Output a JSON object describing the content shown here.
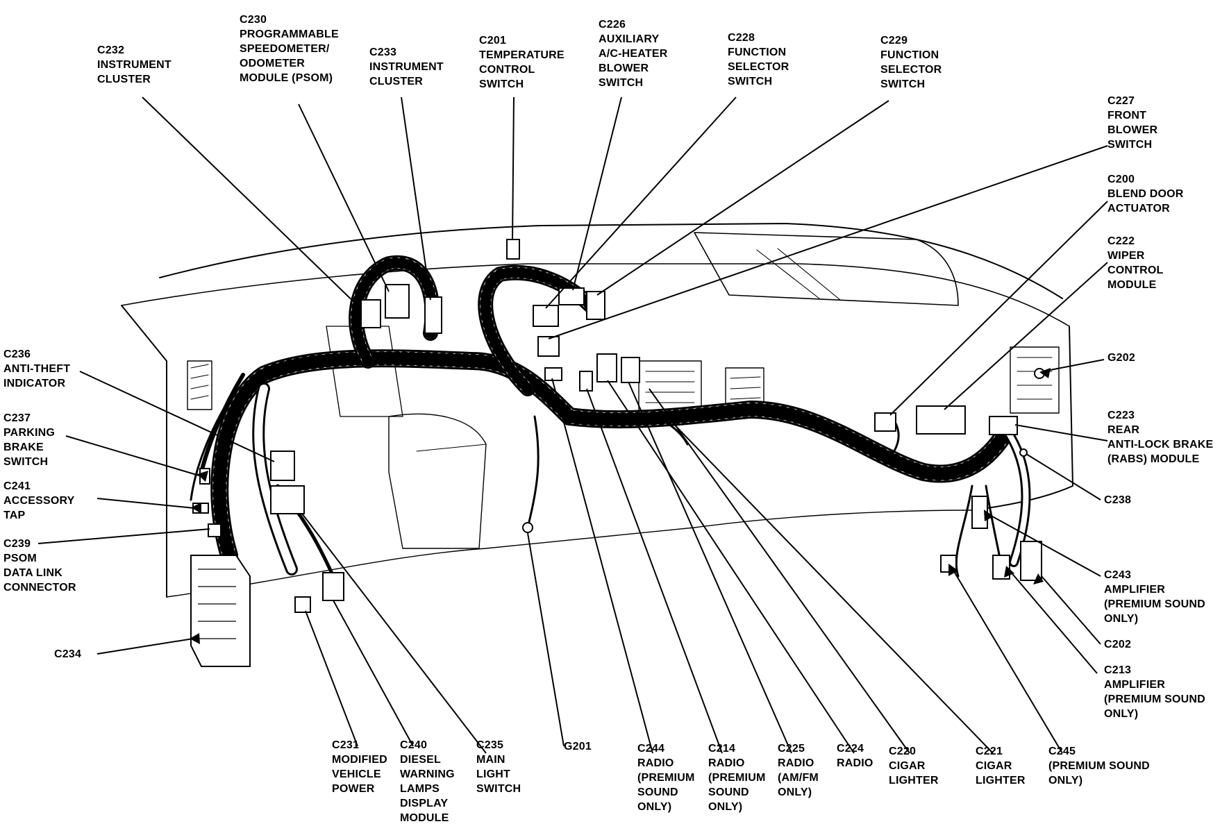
{
  "callouts": [
    {
      "key": "c232",
      "lines": [
        "C232",
        "INSTRUMENT",
        "CLUSTER"
      ]
    },
    {
      "key": "c230",
      "lines": [
        "C230",
        "PROGRAMMABLE",
        "SPEEDOMETER/",
        "ODOMETER",
        "MODULE (PSOM)"
      ]
    },
    {
      "key": "c233",
      "lines": [
        "C233",
        "INSTRUMENT",
        "CLUSTER"
      ]
    },
    {
      "key": "c201",
      "lines": [
        "C201",
        "TEMPERATURE",
        "CONTROL",
        "SWITCH"
      ]
    },
    {
      "key": "c226",
      "lines": [
        "C226",
        "AUXILIARY",
        "A/C-HEATER",
        "BLOWER",
        "SWITCH"
      ]
    },
    {
      "key": "c228",
      "lines": [
        "C228",
        "FUNCTION",
        "SELECTOR",
        "SWITCH"
      ]
    },
    {
      "key": "c229",
      "lines": [
        "C229",
        "FUNCTION",
        "SELECTOR",
        "SWITCH"
      ]
    },
    {
      "key": "c227",
      "lines": [
        "C227",
        "FRONT",
        "BLOWER",
        "SWITCH"
      ]
    },
    {
      "key": "c200",
      "lines": [
        "C200",
        "BLEND DOOR",
        "ACTUATOR"
      ]
    },
    {
      "key": "c222",
      "lines": [
        "C222",
        "WIPER",
        "CONTROL",
        "MODULE"
      ]
    },
    {
      "key": "g202",
      "lines": [
        "G202"
      ]
    },
    {
      "key": "c223",
      "lines": [
        "C223",
        "REAR",
        "ANTI-LOCK BRAKE",
        "(RABS) MODULE"
      ]
    },
    {
      "key": "c238",
      "lines": [
        "C238"
      ]
    },
    {
      "key": "c243",
      "lines": [
        "C243",
        "AMPLIFIER",
        "(PREMIUM SOUND",
        "ONLY)"
      ]
    },
    {
      "key": "c202",
      "lines": [
        "C202"
      ]
    },
    {
      "key": "c213",
      "lines": [
        "C213",
        "AMPLIFIER",
        "(PREMIUM SOUND",
        "ONLY)"
      ]
    },
    {
      "key": "c236",
      "lines": [
        "C236",
        "ANTI-THEFT",
        "INDICATOR"
      ]
    },
    {
      "key": "c237",
      "lines": [
        "C237",
        "PARKING",
        "BRAKE",
        "SWITCH"
      ]
    },
    {
      "key": "c241",
      "lines": [
        "C241",
        "ACCESSORY",
        "TAP"
      ]
    },
    {
      "key": "c239",
      "lines": [
        "C239",
        "PSOM",
        "DATA LINK",
        "CONNECTOR"
      ]
    },
    {
      "key": "c234",
      "lines": [
        "C234"
      ]
    },
    {
      "key": "c231",
      "lines": [
        "C231",
        "MODIFIED",
        "VEHICLE",
        "POWER"
      ]
    },
    {
      "key": "c240",
      "lines": [
        "C240",
        "DIESEL",
        "WARNING",
        "LAMPS",
        "DISPLAY",
        "MODULE"
      ]
    },
    {
      "key": "c235",
      "lines": [
        "C235",
        "MAIN",
        "LIGHT",
        "SWITCH"
      ]
    },
    {
      "key": "g201",
      "lines": [
        "G201"
      ]
    },
    {
      "key": "c244",
      "lines": [
        "C244",
        "RADIO",
        "(PREMIUM",
        "SOUND",
        "ONLY)"
      ]
    },
    {
      "key": "c214",
      "lines": [
        "C214",
        "RADIO",
        "(PREMIUM",
        "SOUND",
        "ONLY)"
      ]
    },
    {
      "key": "c225",
      "lines": [
        "C225",
        "RADIO",
        "(AM/FM",
        "ONLY)"
      ]
    },
    {
      "key": "c224",
      "lines": [
        "C224",
        "RADIO"
      ]
    },
    {
      "key": "c220",
      "lines": [
        "C220",
        "CIGAR",
        "LIGHTER"
      ]
    },
    {
      "key": "c221",
      "lines": [
        "C221",
        "CIGAR",
        "LIGHTER"
      ]
    },
    {
      "key": "c245",
      "lines": [
        "C245",
        "(PREMIUM SOUND",
        "ONLY)"
      ]
    }
  ]
}
